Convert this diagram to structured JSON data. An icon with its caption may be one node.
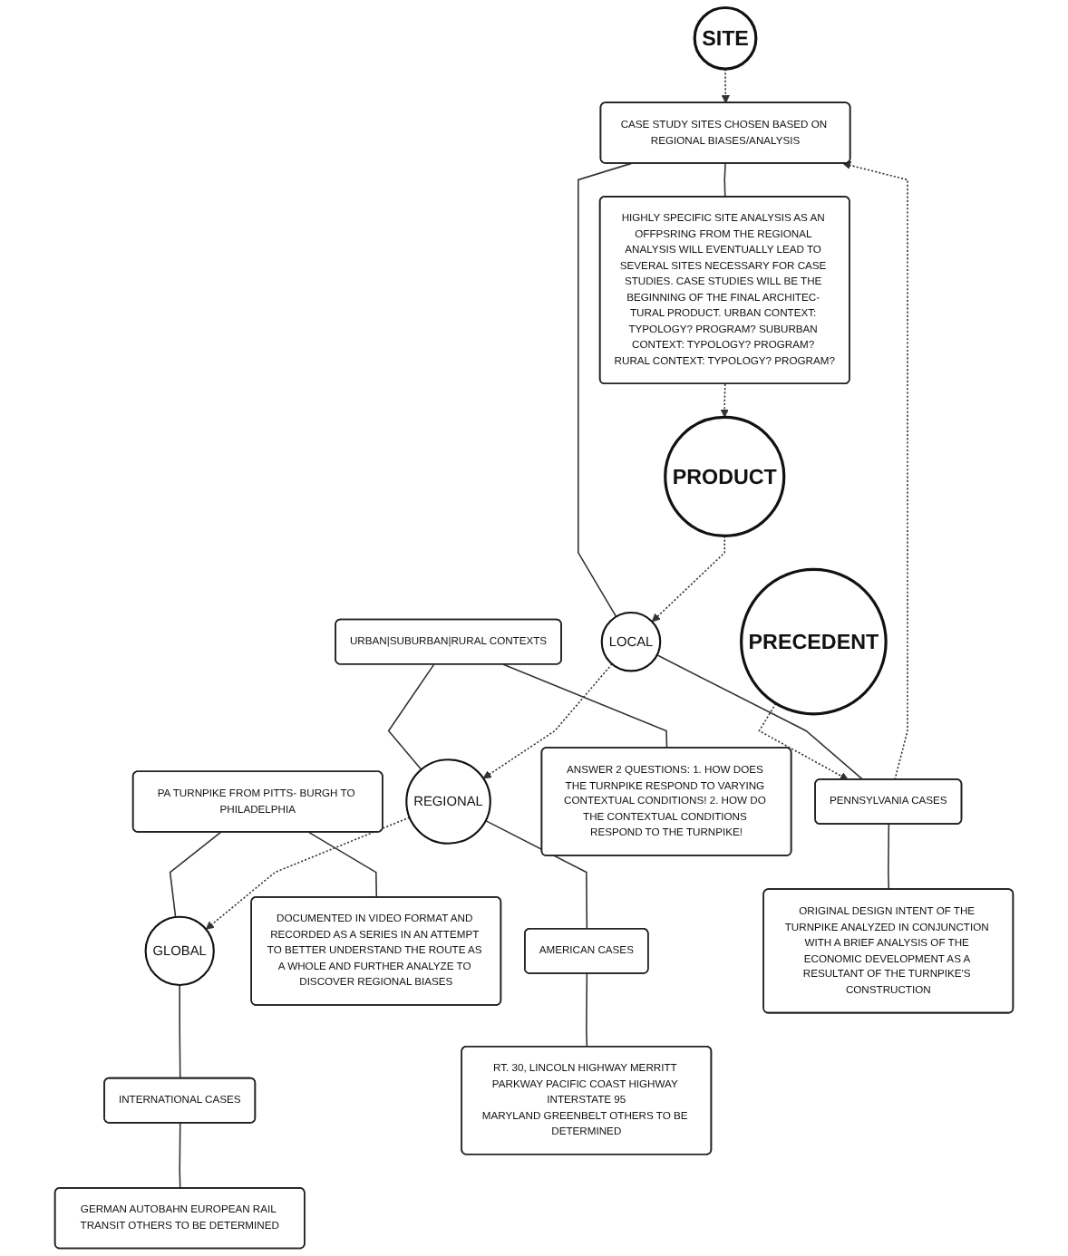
{
  "diagram": {
    "nodes": [
      {
        "text": [
          "SITE"
        ]
      },
      {
        "text": [
          "PRECEDENT"
        ]
      },
      {
        "text": [
          "PA TURNPIKE FROM PITTS- BURGH TO PHILADELPHIA"
        ]
      },
      {
        "text": [
          "GLOBAL"
        ]
      },
      {
        "text": [
          "INTERNATIONAL CASES"
        ]
      },
      {
        "text": [
          "DOCUMENTED IN VIDEO FORMAT AND RECORDED AS A SERIES IN AN ATTEMPT TO BETTER UNDERSTAND THE ROUTE AS A WHOLE AND FURTHER ANALYZE TO DISCOVER REGIONAL BIASES"
        ]
      },
      {
        "text": [
          "GERMAN AUTOBAHN EUROPEAN RAIL TRANSIT OTHERS TO BE DETERMINED"
        ]
      },
      {
        "text": [
          "URBAN|SUBURBAN|RURAL CONTEXTS"
        ]
      },
      {
        "text": [
          "REGIONAL"
        ]
      },
      {
        "text": [
          "AMERICAN CASES"
        ]
      },
      {
        "text": [
          "ANSWER 2 QUESTIONS: 1. HOW DOES THE TURNPIKE RESPOND TO VARYING CONTEXTUAL CONDITIONS! 2. HOW DO THE CONTEXTUAL CONDITIONS RESPOND TO THE TURNPIKE!"
        ]
      },
      {
        "text": [
          "RT. 30, LINCOLN HIGHWAY MERRITT PARKWAY PACIFIC COAST HIGHWAY INTERSTATE 95",
          "MARYLAND GREENBELT OTHERS TO BE DETERMINED"
        ]
      },
      {
        "text": [
          "CASE STUDY SITES CHOSEN BASED ON REGIONAL BIASES/ANALYSIS"
        ]
      },
      {
        "text": [
          "LOCAL"
        ]
      },
      {
        "text": [
          "PENNSYLVANIA CASES"
        ]
      },
      {
        "text": [
          "HIGHLY SPECIFIC SITE ANALYSIS AS AN OFFPSRING FROM THE REGIONAL ANALYSIS WILL EVENTUALLY LEAD TO SEVERAL SITES NECESSARY FOR CASE STUDIES. CASE STUDIES WILL BE THE BEGINNING OF THE FINAL ARCHITEC- TURAL PRODUCT. URBAN CONTEXT: TYPOLOGY? PROGRAM? SUBURBAN CONTEXT: TYPOLOGY? PROGRAM? RURAL CONTEXT: TYPOLOGY? PROGRAM?"
        ]
      },
      {
        "text": [
          "ORIGINAL DESIGN INTENT OF THE TURNPIKE ANALYZED IN CONJUNCTION WITH A BRIEF ANALYSIS OF THE ECONOMIC DEVELOPMENT AS A RESULTANT OF THE TURNPIKE'S CONSTRUCTION"
        ]
      },
      {
        "text": [
          "PRODUCT"
        ]
      }
    ],
    "edges": [
      {
        "from": 0,
        "to": 12,
        "arrow": "to",
        "style": "dashed"
      },
      {
        "from": 1,
        "to": 14,
        "arrow": "to",
        "style": "dashed"
      },
      {
        "from": 2,
        "to": 3,
        "arrow": "none"
      },
      {
        "from": 3,
        "to": 4,
        "arrow": "none"
      },
      {
        "from": 2,
        "to": 5,
        "arrow": "none"
      },
      {
        "from": 4,
        "to": 6,
        "arrow": "none"
      },
      {
        "from": 8,
        "to": 3,
        "arrow": "to",
        "style": "dashed"
      },
      {
        "from": 7,
        "to": 8,
        "arrow": "none"
      },
      {
        "from": 8,
        "to": 9,
        "arrow": "none"
      },
      {
        "from": 7,
        "to": 10,
        "arrow": "none"
      },
      {
        "from": 9,
        "to": 11,
        "arrow": "none"
      },
      {
        "from": 13,
        "to": 8,
        "arrow": "to",
        "style": "dashed"
      },
      {
        "from": 12,
        "to": 13,
        "arrow": "none"
      },
      {
        "from": 13,
        "to": 14,
        "arrow": "none"
      },
      {
        "from": 12,
        "to": 15,
        "arrow": "none"
      },
      {
        "from": 14,
        "to": 16,
        "arrow": "none"
      },
      {
        "from": 14,
        "to": 12,
        "arrow": "to",
        "style": "dashed"
      },
      {
        "from": 15,
        "to": 17,
        "arrow": "to",
        "style": "dashed"
      },
      {
        "from": 17,
        "to": 13,
        "arrow": "to",
        "style": "dashed"
      }
    ]
  }
}
